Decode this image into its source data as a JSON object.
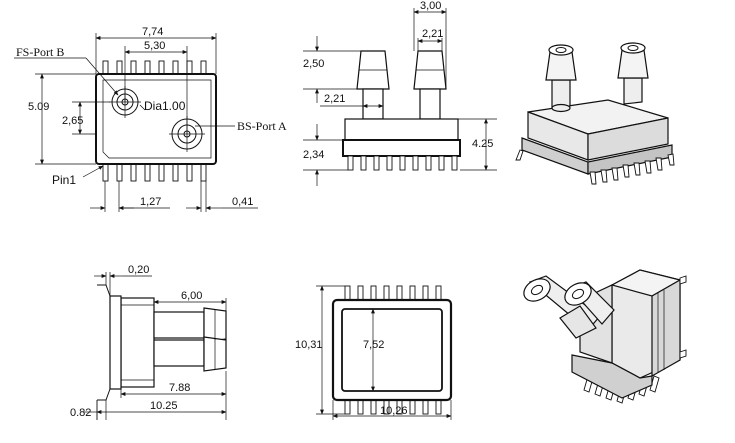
{
  "top_view": {
    "width_overall": "7,74",
    "port_spacing": "5,30",
    "height_overall": "5.09",
    "port_offset": "2,65",
    "port_diameter": "Dia1.00",
    "pin_pitch": "1,27",
    "pin_width": "0,41",
    "label_port_b": "FS-Port B",
    "label_port_a": "BS-Port A",
    "label_pin1": "Pin1"
  },
  "front_view": {
    "port_spacing": "3,00",
    "port_tip_diameter": "2,21",
    "port_height": "2,50",
    "port_base_diameter": "2,21",
    "body_height": "4.25",
    "package_height": "2,34"
  },
  "side_view": {
    "lead_thickness": "0,20",
    "port_length": "6,00",
    "body_to_port_length": "7.88",
    "overall_length": "10.25",
    "standoff": "0.82"
  },
  "bottom_view": {
    "inner_length": "7,52",
    "overall_height": "10,31",
    "overall_width": "10,26"
  }
}
